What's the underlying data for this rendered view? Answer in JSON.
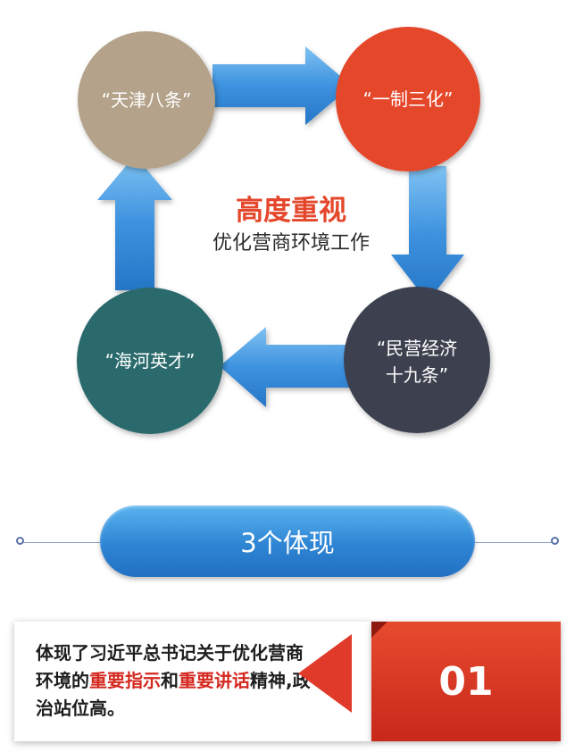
{
  "diagram": {
    "center_title": "高度重视",
    "center_subtitle": "优化营商环境工作",
    "nodes": [
      {
        "label": "“天津八条”",
        "color": "#b4a28a"
      },
      {
        "label": "“一制三化”",
        "color": "#e4472b"
      },
      {
        "label": "“民营经济\n十九条”",
        "color": "#3c4150"
      },
      {
        "label": "“海河英才”",
        "color": "#2b6b6c"
      }
    ],
    "arrow_color": "#3d92df"
  },
  "section_header": {
    "label": "3个体现"
  },
  "point_01": {
    "number": "01",
    "text_parts": [
      {
        "text": "体现了习近平总书记关于优化营商环境的",
        "emphasis": false
      },
      {
        "text": "重要指示",
        "emphasis": true
      },
      {
        "text": "和",
        "emphasis": false
      },
      {
        "text": "重要讲话",
        "emphasis": true
      },
      {
        "text": "精神,政治站位高。",
        "emphasis": false
      }
    ],
    "emphasis_color": "#d4281f"
  }
}
